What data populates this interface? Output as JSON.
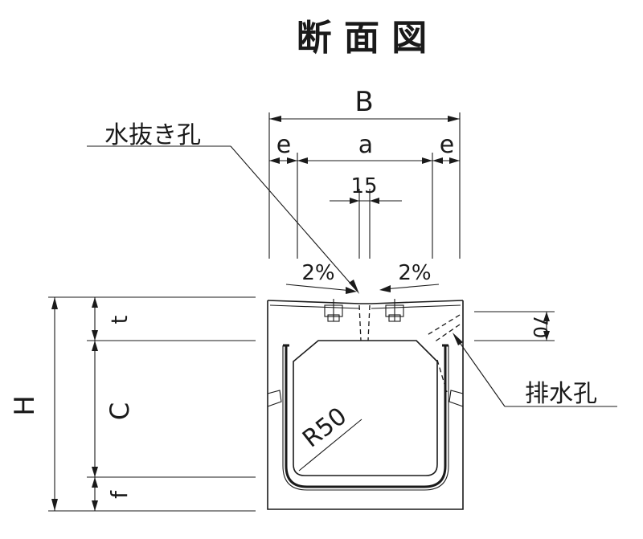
{
  "title": "断 面 図",
  "labels": {
    "dim_B": "B",
    "dim_e_left": "e",
    "dim_a": "a",
    "dim_e_right": "e",
    "dim_15": "15",
    "slope_left": "2%",
    "slope_right": "2%",
    "dim_70": "70",
    "dim_H": "H",
    "dim_t": "t",
    "dim_C": "C",
    "dim_f": "f",
    "radius": "R50",
    "callout_drain_hole": "水抜き孔",
    "callout_water_outlet": "排水孔"
  },
  "colors": {
    "line": "#1a1a1a",
    "background": "#ffffff"
  }
}
